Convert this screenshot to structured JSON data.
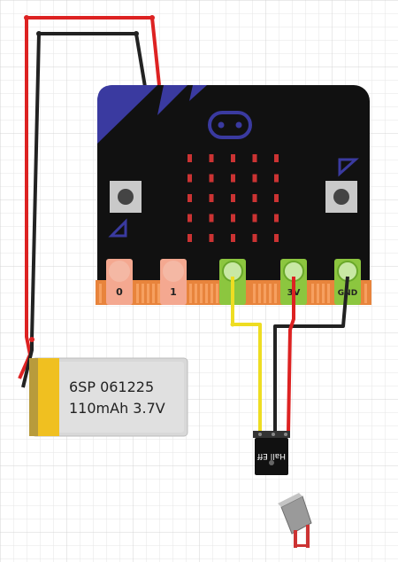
{
  "board": {
    "pins": [
      {
        "label": "0",
        "active": false
      },
      {
        "label": "1",
        "active": false
      },
      {
        "label": "",
        "active": true
      },
      {
        "label": "3V",
        "active": true
      },
      {
        "label": "GND",
        "active": true
      }
    ],
    "led_rows": 5,
    "led_cols": 5
  },
  "battery": {
    "line1": "6SP 061225",
    "line2": "110mAh 3.7V"
  },
  "sensor": {
    "label": "Hall Eff"
  },
  "colors": {
    "board": "#111111",
    "corner_accent": "#3a3aa0",
    "edge_connector": "#e8843c",
    "pin_inactive": "#f4a890",
    "pin_active": "#8cc63f",
    "led": "#cc3333",
    "wire_red": "#dd2222",
    "wire_black": "#222222",
    "wire_yellow": "#eedd22",
    "battery_body": "#d8d8d8",
    "battery_tab": "#f0c020"
  }
}
